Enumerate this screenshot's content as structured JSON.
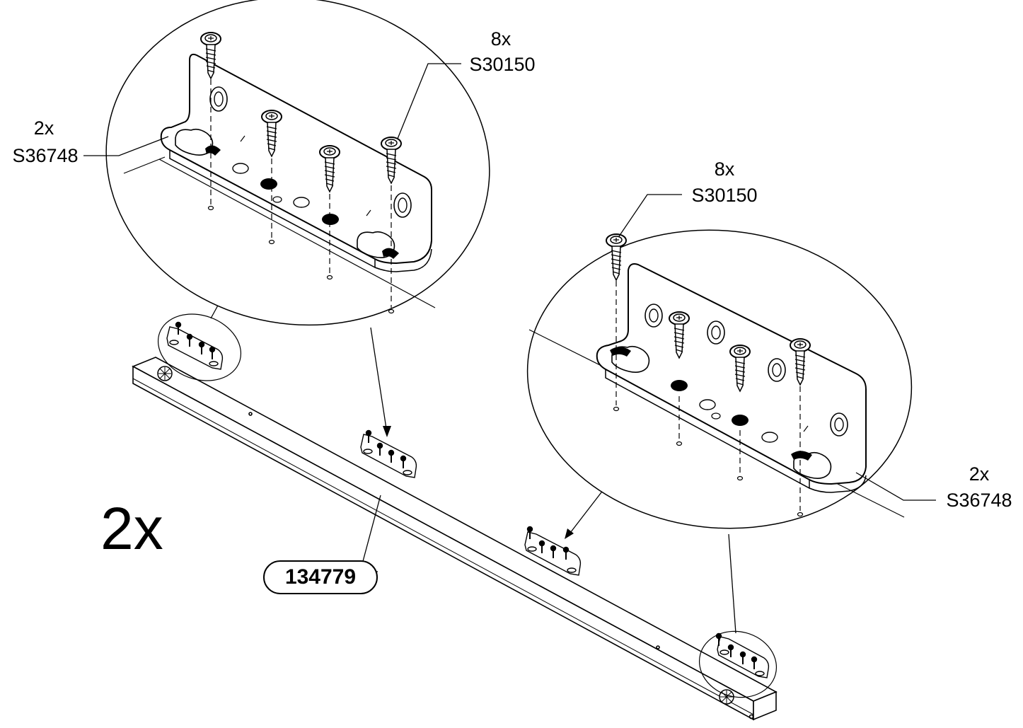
{
  "callouts": {
    "top_left_screw": {
      "qty": "8x",
      "code": "S30150"
    },
    "top_left_bracket": {
      "qty": "2x",
      "code": "S36748"
    },
    "right_screw": {
      "qty": "8x",
      "code": "S30150"
    },
    "right_bracket": {
      "qty": "2x",
      "code": "S36748"
    }
  },
  "multiplier": "2x",
  "part_number": "134779",
  "colors": {
    "ink": "#000000",
    "paper": "#ffffff"
  }
}
